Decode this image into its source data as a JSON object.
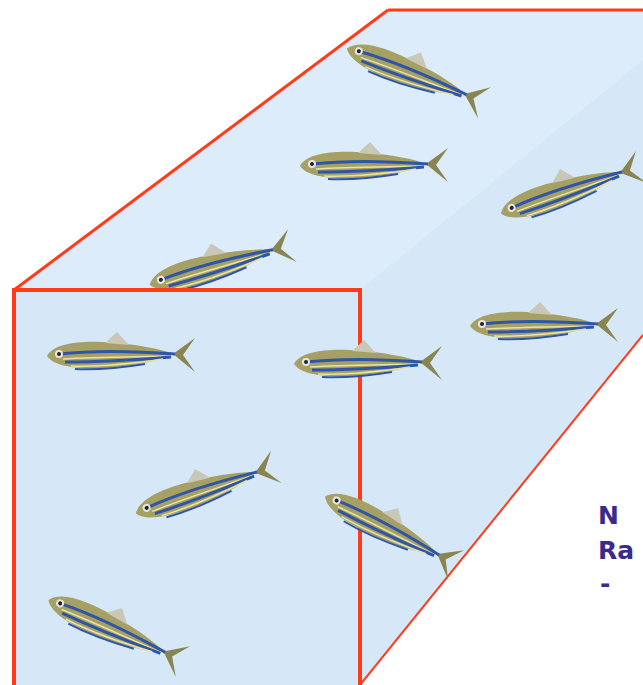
{
  "diagram": {
    "labels": [
      "N",
      "Ra",
      "-"
    ]
  }
}
